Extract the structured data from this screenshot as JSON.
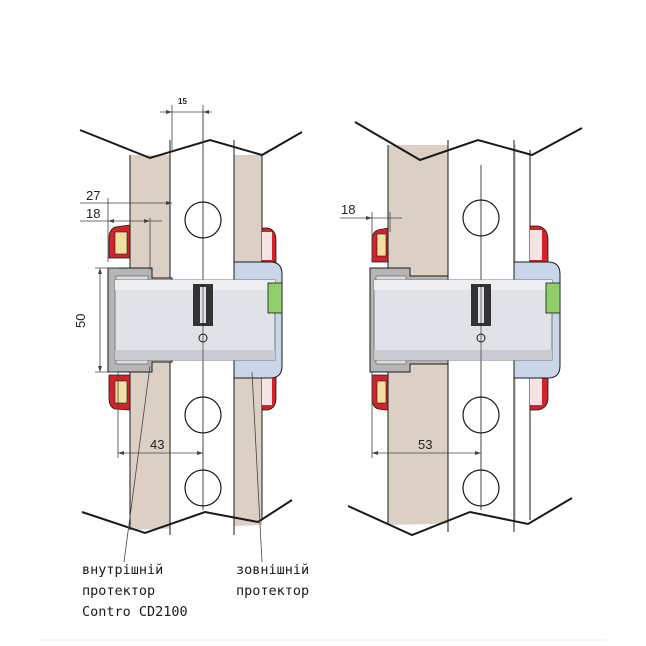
{
  "colors": {
    "wood": "#dcd0c4",
    "cylinder": "#dfe2e6",
    "cylinder_edge": "#888888",
    "outer_protector": "#c9d6ea",
    "inner_protector": "#b5b5b5",
    "red_plate": "#d2232a",
    "cam": "#333333",
    "label_green": "#8fce6a",
    "line": "#1a1a1a",
    "dim_line": "#444444",
    "divider": "#eeeeee"
  },
  "left_door": {
    "dim_top": "15",
    "dim_27": "27",
    "dim_18": "18",
    "dim_50": "50",
    "dim_43": "43"
  },
  "right_door": {
    "dim_18": "18",
    "dim_53": "53"
  },
  "captions": {
    "inner_line1": "внутрішній",
    "inner_line2": "протектор",
    "inner_line3": "Contro CD2100",
    "outer_line1": "зовнішній",
    "outer_line2": "протектор"
  }
}
